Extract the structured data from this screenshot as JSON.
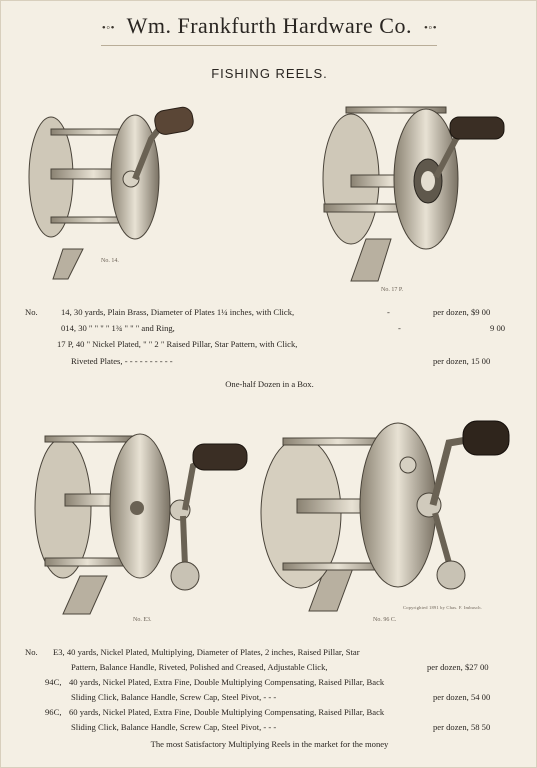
{
  "header": {
    "title": "Wm. Frankfurth Hardware Co."
  },
  "section_title": "FISHING REELS.",
  "captions": {
    "r14": "No. 14.",
    "r17p": "No. 17 P.",
    "re3": "No. E3.",
    "r96c": "No. 96 C."
  },
  "copyright": "Copyrighted 1891 by Chas. F. Imbusch.",
  "group1": {
    "rows": [
      {
        "prefix": "No.",
        "text": "14, 30 yards, Plain Brass, Diameter of Plates 1¼ inches, with Click,",
        "dash": "-",
        "price": "per dozen, $9 00"
      },
      {
        "prefix": "",
        "text": "014, 30      \"      \"      \"      \"      1¾      \"      \"      \"    and Ring,",
        "dash": "-",
        "price": "9 00"
      },
      {
        "prefix": "",
        "text": "17 P, 40   \"  Nickel Plated,      \"      \"      2      \"   Raised Pillar, Star Pattern, with Click,",
        "dash": "",
        "price": ""
      },
      {
        "prefix": "",
        "text": "Riveted Plates,      -      -      -      -      -      -      -      -      -      -",
        "dash": "",
        "price": "per dozen, 15 00"
      }
    ],
    "note": "One-half Dozen in a Box."
  },
  "group2": {
    "rows": [
      {
        "prefix": "No.",
        "text": "E3, 40 yards, Nickel Plated, Multiplying, Diameter of Plates, 2 inches, Raised Pillar, Star",
        "price": ""
      },
      {
        "prefix": "",
        "text": "Pattern, Balance Handle, Riveted, Polished and Creased, Adjustable Click,",
        "price": "per dozen, $27 00"
      },
      {
        "prefix": "94C,",
        "text": "40 yards, Nickel Plated, Extra Fine, Double Multiplying Compensating, Raised Pillar, Back",
        "price": ""
      },
      {
        "prefix": "",
        "text": "Sliding Click, Balance Handle, Screw Cap, Steel Pivot,      -      -      -",
        "price": "per dozen, 54 00"
      },
      {
        "prefix": "96C,",
        "text": "60 yards, Nickel Plated, Extra Fine, Double Multiplying Compensating, Raised Pillar, Back",
        "price": ""
      },
      {
        "prefix": "",
        "text": "Sliding Click, Balance Handle, Screw Cap, Steel Pivot,      -      -      -",
        "price": "per dozen, 58 50"
      }
    ],
    "note": "The most Satisfactory Multiplying Reels in the market for the money"
  }
}
